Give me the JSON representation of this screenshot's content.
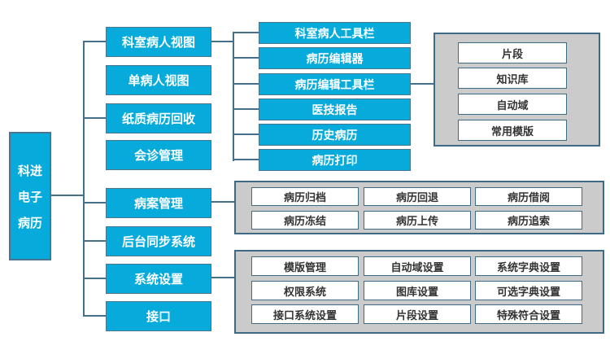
{
  "colors": {
    "node_fill": "#06abdc",
    "node_border": "#4a7590",
    "connector_line": "#44708c",
    "panel_fill": "#cbcbcb",
    "panel_border": "#3f6a86",
    "node_text": "#ffffff",
    "leaf_text": "#333333"
  },
  "root": {
    "lines": [
      "科进",
      "电子",
      "病历"
    ]
  },
  "branches": [
    {
      "label": "科室病人视图"
    },
    {
      "label": "单病人视图"
    },
    {
      "label": "纸质病历回收"
    },
    {
      "label": "会诊管理"
    },
    {
      "label": "病案管理"
    },
    {
      "label": "后台同步系统"
    },
    {
      "label": "系统设置"
    },
    {
      "label": "接口"
    }
  ],
  "view_children": [
    "科室病人工具栏",
    "病历编辑器",
    "病历编辑工具栏",
    "医技报告",
    "历史病历",
    "病历打印"
  ],
  "toolbar_children": [
    "片段",
    "知识库",
    "自动域",
    "常用模版"
  ],
  "archive_children": [
    "病历归档",
    "病历回退",
    "病历借阅",
    "病历冻结",
    "病历上传",
    "病历追索"
  ],
  "settings_children": [
    "模版管理",
    "自动域设置",
    "系统字典设置",
    "权限系统",
    "图库设置",
    "可选字典设置",
    "接口系统设置",
    "片段设置",
    "特殊符合设置"
  ]
}
